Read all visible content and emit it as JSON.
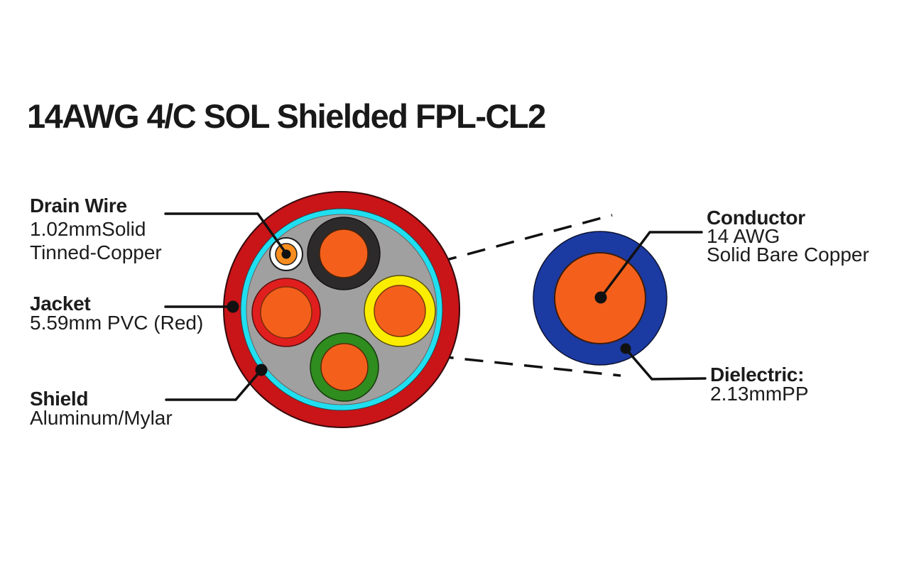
{
  "title": "14AWG 4/C SOL Shielded FPL-CL2",
  "callouts": {
    "drain_wire": {
      "heading": "Drain Wire",
      "lines": [
        "1.02mmSolid",
        "Tinned-Copper"
      ]
    },
    "jacket": {
      "heading": "Jacket",
      "lines": [
        "5.59mm PVC (Red)"
      ]
    },
    "shield": {
      "heading": "Shield",
      "lines": [
        "Aluminum/Mylar"
      ]
    },
    "conductor": {
      "heading": "Conductor",
      "lines": [
        "14 AWG",
        "Solid Bare Copper"
      ]
    },
    "dielectric": {
      "heading": "Dielectric:",
      "lines": [
        "2.13mmPP"
      ]
    }
  },
  "colors": {
    "jacket_red": "#C91418",
    "shield_cyan": "#20DFF0",
    "filler_gray": "#A1A0A0",
    "insulation_black": "#2D2A2B",
    "insulation_red": "#E01E1E",
    "insulation_yellow": "#FBED00",
    "insulation_green": "#2F8C1E",
    "copper_orange": "#F4601C",
    "drain_orange": "#F78D1F",
    "dielectric_blue": "#1B3AA2",
    "line_black": "#111111",
    "text_black": "#1C1C1C"
  }
}
